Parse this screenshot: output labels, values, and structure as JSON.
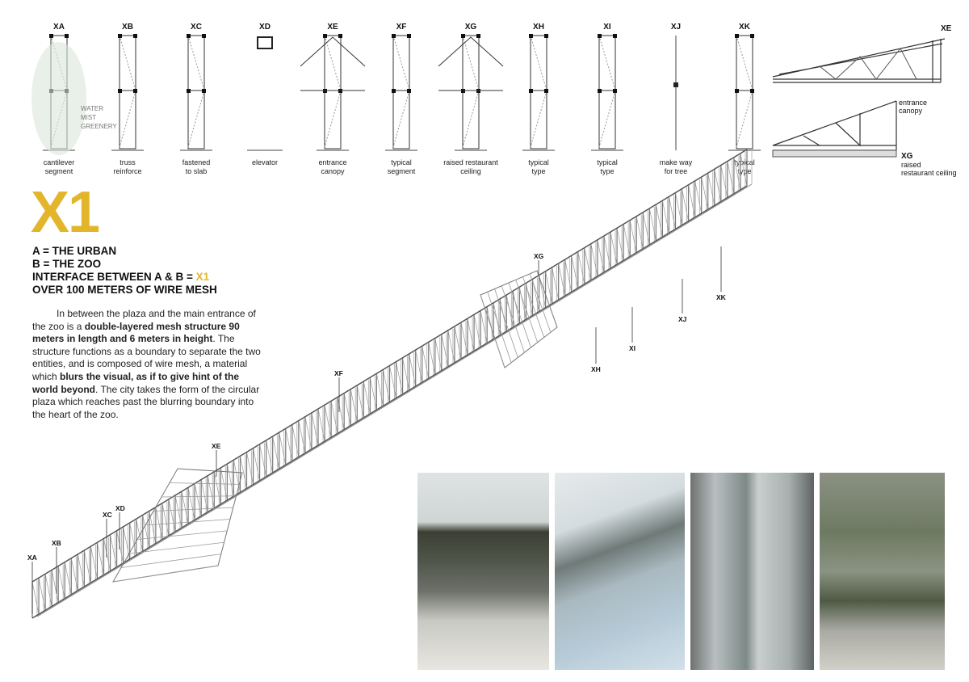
{
  "sections": [
    {
      "code": "XA",
      "caption": "cantilever\nsegment"
    },
    {
      "code": "XB",
      "caption": "truss\nreinforce"
    },
    {
      "code": "XC",
      "caption": "fastened\nto slab"
    },
    {
      "code": "XD",
      "caption": "elevator"
    },
    {
      "code": "XE",
      "caption": "entrance\ncanopy"
    },
    {
      "code": "XF",
      "caption": "typical\nsegment"
    },
    {
      "code": "XG",
      "caption": "raised restaurant\nceiling"
    },
    {
      "code": "XH",
      "caption": "typical\ntype"
    },
    {
      "code": "XI",
      "caption": "typical\ntype"
    },
    {
      "code": "XJ",
      "caption": "make way\nfor tree"
    },
    {
      "code": "XK",
      "caption": "typical\ntype"
    }
  ],
  "xa_annotations": [
    "WATER",
    "MIST",
    "GREENERY"
  ],
  "elevations": [
    {
      "code": "XE",
      "caption": "entrance\ncanopy"
    },
    {
      "code": "XG",
      "caption": "raised\nrestaurant ceiling"
    }
  ],
  "title": "X1",
  "headlines": {
    "line1": "A = THE URBAN",
    "line2": "B = THE ZOO",
    "line3_prefix": "INTERFACE BETWEEN A & B = ",
    "line3_accent": "X1",
    "line4": "OVER 100 METERS OF WIRE MESH"
  },
  "paragraph": [
    {
      "text": "In between the plaza and the main entrance of the zoo is a ",
      "bold": false
    },
    {
      "text": "double-layered mesh structure 90 meters in length and 6 meters in height",
      "bold": true
    },
    {
      "text": ". The structure functions as a boundary to separate the two entities, and is composed of wire mesh, a material which ",
      "bold": false
    },
    {
      "text": "blurs the visual, as if to give hint of the world beyond",
      "bold": true
    },
    {
      "text": ". The city takes the form of the circular plaza which reaches past the blurring boundary into the heart of the zoo.",
      "bold": false
    }
  ],
  "axo_labels": [
    "XA",
    "XB",
    "XC",
    "XD",
    "XE",
    "XF",
    "XG",
    "XH",
    "XI",
    "XJ",
    "XK"
  ],
  "colors": {
    "accent": "#e3b52b",
    "structure": "#555555"
  }
}
